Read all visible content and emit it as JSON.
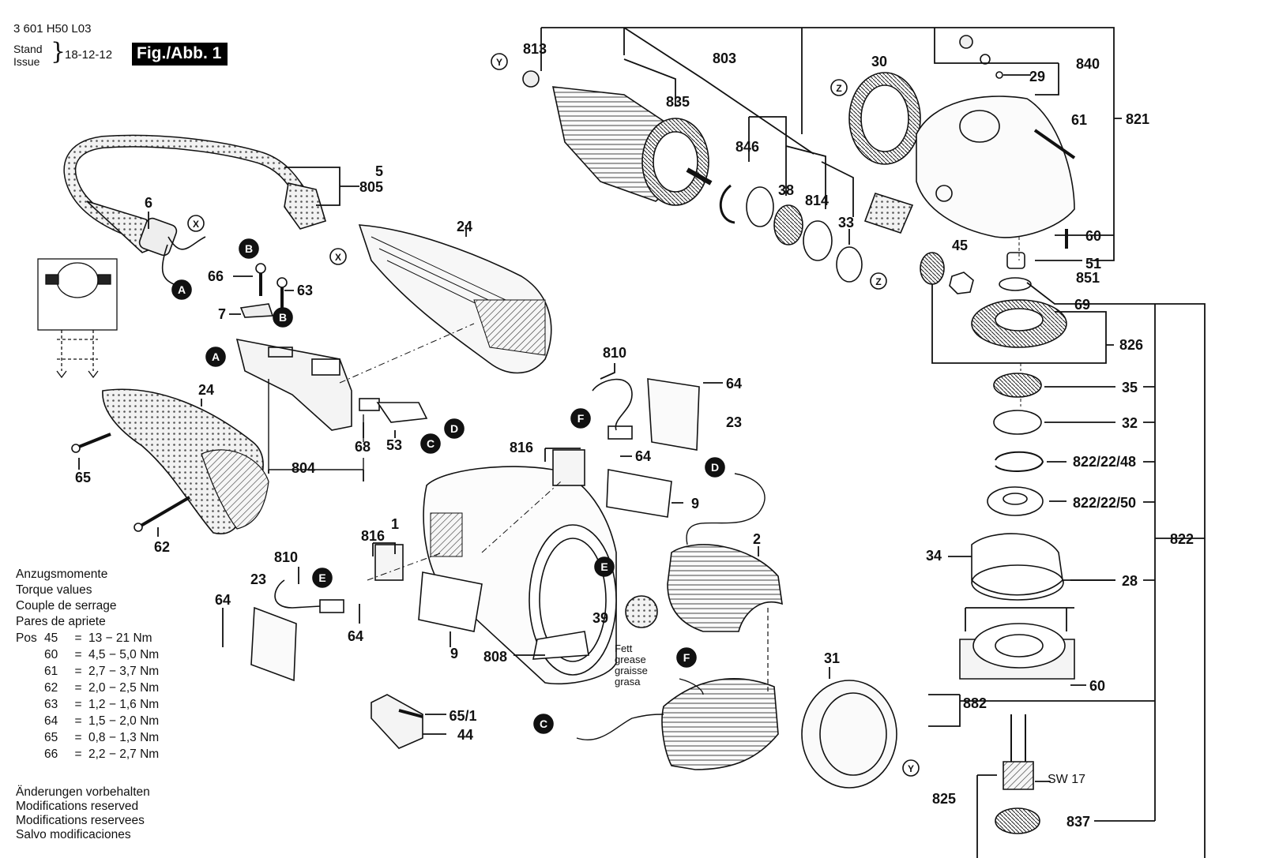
{
  "header": {
    "doc_number": "3 601 H50 L03",
    "stand_label": "Stand",
    "issue_label": "Issue",
    "brace": "}",
    "issue_date": "18-12-12",
    "figure_badge": "Fig./Abb. 1"
  },
  "torque": {
    "title_lines": [
      "Anzugsmomente",
      "Torque values",
      "Couple de serrage",
      "Pares de apriete"
    ],
    "pos_label": "Pos",
    "rows": [
      {
        "pos": "45",
        "eq": "=",
        "value": "13  − 21 Nm"
      },
      {
        "pos": "60",
        "eq": "=",
        "value": "4,5 − 5,0 Nm"
      },
      {
        "pos": "61",
        "eq": "=",
        "value": "2,7 − 3,7 Nm"
      },
      {
        "pos": "62",
        "eq": "=",
        "value": "2,0 − 2,5 Nm"
      },
      {
        "pos": "63",
        "eq": "=",
        "value": "1,2 − 1,6 Nm"
      },
      {
        "pos": "64",
        "eq": "=",
        "value": "1,5 − 2,0 Nm"
      },
      {
        "pos": "65",
        "eq": "=",
        "value": "0,8 − 1,3 Nm"
      },
      {
        "pos": "66",
        "eq": "=",
        "value": "2,2 − 2,7 Nm"
      }
    ]
  },
  "modifications": [
    "Änderungen vorbehalten",
    "Modifications reserved",
    "Modifications reservees",
    "Salvo modificaciones"
  ],
  "grease": [
    "Fett",
    "grease",
    "graisse",
    "grasa"
  ],
  "wrench_size": "SW 17",
  "connectors": {
    "A": "A",
    "B": "B",
    "C": "C",
    "D": "D",
    "E": "E",
    "F": "F",
    "X": "X",
    "Y": "Y",
    "Z": "Z"
  },
  "parts": {
    "p1": "1",
    "p2": "2",
    "p5": "5",
    "p6": "6",
    "p7": "7",
    "p9": "9",
    "p23": "23",
    "p24": "24",
    "p28": "28",
    "p29": "29",
    "p30": "30",
    "p31": "31",
    "p32": "32",
    "p33": "33",
    "p34": "34",
    "p35": "35",
    "p38": "38",
    "p39": "39",
    "p44": "44",
    "p45": "45",
    "p51": "51",
    "p53": "53",
    "p60": "60",
    "p61": "61",
    "p62": "62",
    "p63": "63",
    "p64": "64",
    "p65": "65",
    "p65_1": "65/1",
    "p66": "66",
    "p68": "68",
    "p69": "69",
    "p803": "803",
    "p804": "804",
    "p805": "805",
    "p808": "808",
    "p810": "810",
    "p813": "813",
    "p814": "814",
    "p816": "816",
    "p821": "821",
    "p822": "822",
    "p822_22_48": "822/22/48",
    "p822_22_50": "822/22/50",
    "p825": "825",
    "p826": "826",
    "p835": "835",
    "p837": "837",
    "p840": "840",
    "p846": "846",
    "p851": "851",
    "p882": "882"
  }
}
